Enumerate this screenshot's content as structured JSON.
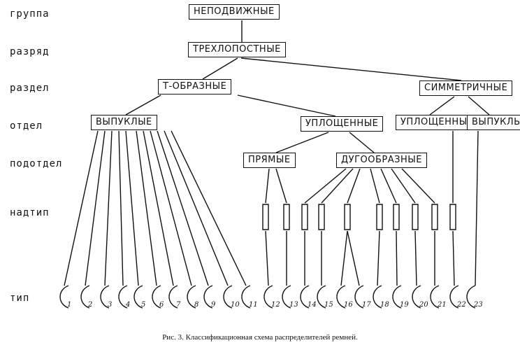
{
  "ranks": [
    {
      "key": "gruppa",
      "label": "группа"
    },
    {
      "key": "razryad",
      "label": "разряд"
    },
    {
      "key": "razdel",
      "label": "раздел"
    },
    {
      "key": "otdel",
      "label": "отдел"
    },
    {
      "key": "podotdel",
      "label": "подотдел"
    },
    {
      "key": "nadtip",
      "label": "надтип"
    },
    {
      "key": "tip",
      "label": "тип"
    }
  ],
  "nodes": {
    "nepodvizhnye": "неподвижные",
    "trekhlopostnye": "трехлопостные",
    "t_obraznye": "т-образные",
    "simmetrichnye": "симметричные",
    "vypuklye": "выпуклые",
    "uploshchennye": "уплощенные",
    "uploshchennye_2": "уплощенные",
    "vypuklye_2": "выпуклые",
    "pryamye": "прямые",
    "dugoobraznye": "дугообразные"
  },
  "type_numbers": [
    "1",
    "2",
    "3",
    "4",
    "5",
    "6",
    "7",
    "8",
    "9",
    "10",
    "11",
    "12",
    "13",
    "14",
    "15",
    "16",
    "17",
    "18",
    "19",
    "20",
    "21",
    "22",
    "23"
  ],
  "caption": "Рис. 3. Классификационная схема распределителей ремней."
}
